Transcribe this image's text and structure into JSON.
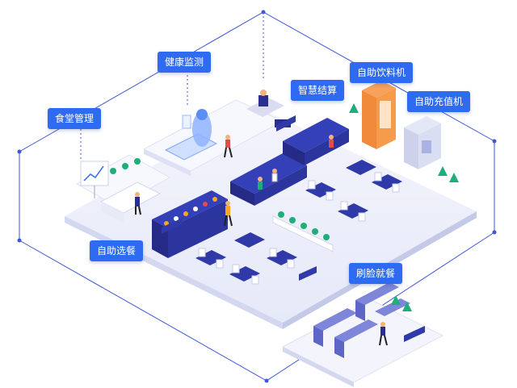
{
  "labels": {
    "canteen_management": "食堂管理",
    "health_monitoring": "健康监测",
    "smart_checkout": "智慧结算",
    "self_service_drinks": "自助饮料机",
    "self_service_recharge": "自助充值机",
    "self_service_meal_selection": "自助选餐",
    "face_scan_dining": "刷脸就餐"
  },
  "colors": {
    "accent": "#2f6bf0",
    "navy": "#2a2f8f",
    "floor": "#eef0fa",
    "line": "#3f56d6"
  }
}
